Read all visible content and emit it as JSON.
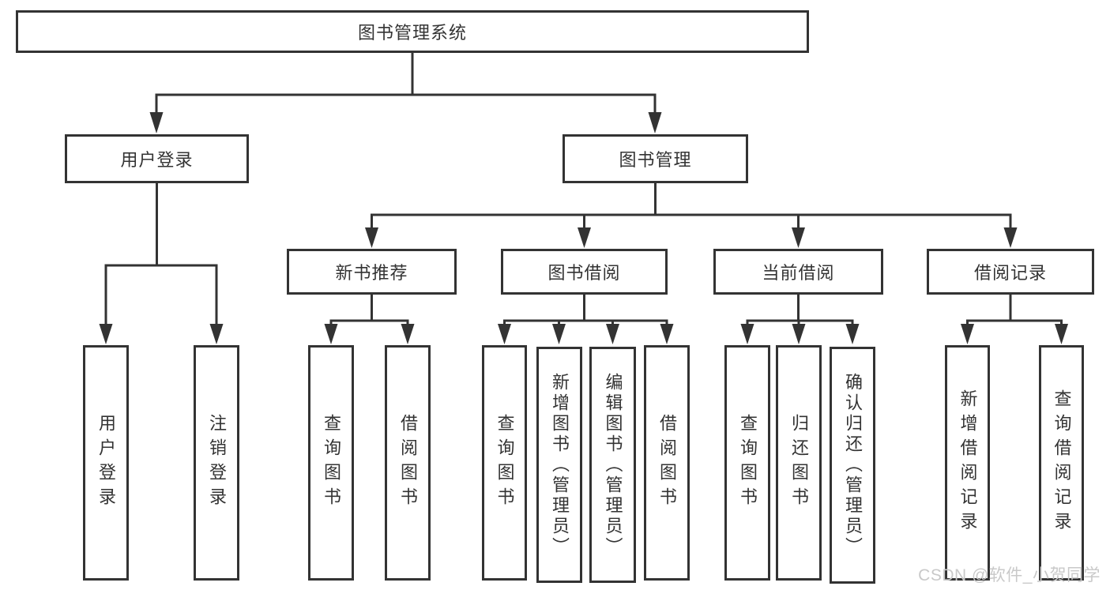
{
  "diagram_type": "hierarchy",
  "colors": {
    "line": "#333333",
    "text": "#333333",
    "watermark": "#c9c9c9",
    "background": "#ffffff"
  },
  "tree": {
    "label": "图书管理系统",
    "children": [
      {
        "label": "用户登录",
        "children": [
          {
            "label": "用户登录"
          },
          {
            "label": "注销登录"
          }
        ]
      },
      {
        "label": "图书管理",
        "children": [
          {
            "label": "新书推荐",
            "children": [
              {
                "label": "查询图书"
              },
              {
                "label": "借阅图书"
              }
            ]
          },
          {
            "label": "图书借阅",
            "children": [
              {
                "label": "查询图书"
              },
              {
                "label": "新增图书（管理员）"
              },
              {
                "label": "编辑图书（管理员）"
              },
              {
                "label": "借阅图书"
              }
            ]
          },
          {
            "label": "当前借阅",
            "children": [
              {
                "label": "查询图书"
              },
              {
                "label": "归还图书"
              },
              {
                "label": "确认归还（管理员）"
              }
            ]
          },
          {
            "label": "借阅记录",
            "children": [
              {
                "label": "新增借阅记录"
              },
              {
                "label": "查询借阅记录"
              }
            ]
          }
        ]
      }
    ]
  },
  "watermark": "CSDN @软件_小贺同学"
}
